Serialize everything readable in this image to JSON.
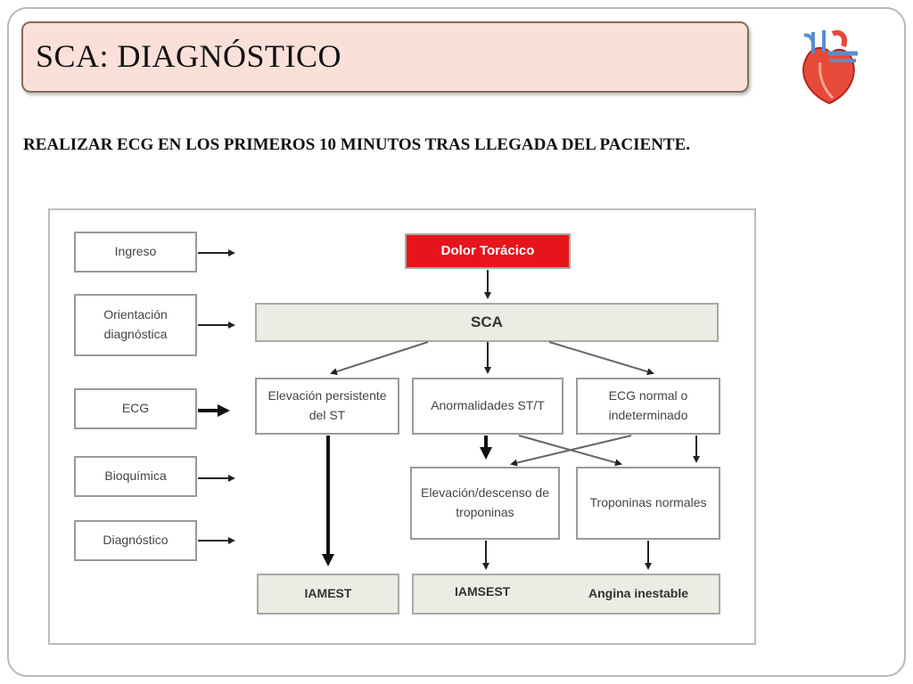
{
  "slide": {
    "title": "SCA: DIAGNÓSTICO",
    "subtitle": "REALIZAR ECG EN LOS PRIMEROS 10 MINUTOS TRAS LLEGADA DEL PACIENTE."
  },
  "icons": {
    "heart": "heart-anatomical-icon"
  },
  "colors": {
    "title_fill": "#fbe0da",
    "dolor_fill": "#e8141b",
    "grey_fill": "#ecebe4"
  },
  "diagram": {
    "stages": [
      "Ingreso",
      "Orientación diagnóstica",
      "ECG",
      "Bioquímica",
      "Diagnóstico"
    ],
    "dolor": "Dolor Torácico",
    "sca": "SCA",
    "ecg_findings": [
      "Elevación persistente del ST",
      "Anormalidades ST/T",
      "ECG normal o indeterminado"
    ],
    "biomarkers": [
      "Elevación/descenso de troponinas",
      "Troponinas normales"
    ],
    "diagnoses": [
      "IAMEST",
      "IAMSEST",
      "Angina inestable"
    ]
  }
}
